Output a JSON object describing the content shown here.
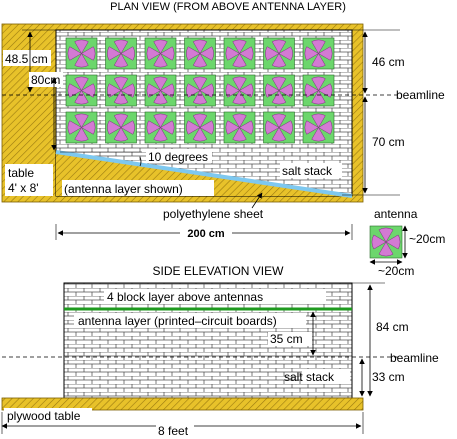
{
  "plan_view": {
    "title": "PLAN VIEW (FROM ABOVE ANTENNA LAYER)",
    "dim_48_5": "48.5 cm",
    "dim_80": "80cm",
    "dim_46": "46 cm",
    "dim_70": "70 cm",
    "beamline": "beamline",
    "angle": "10 degrees",
    "salt_stack": "salt stack",
    "table_line1": "table",
    "table_line2": "4' x 8'",
    "antenna_layer_shown": "(antenna layer shown)",
    "sheet": "polyethylene sheet",
    "width": "200 cm"
  },
  "antenna_legend": {
    "title": "antenna",
    "height": "~20cm",
    "width": "~20cm"
  },
  "side_view": {
    "title": "SIDE ELEVATION VIEW",
    "upper_layer": "4 block layer above antennas",
    "antenna_layer": "antenna layer (printed–circuit boards)",
    "dim_35": "35 cm",
    "dim_84": "84 cm",
    "beamline": "beamline",
    "dim_33": "33 cm",
    "salt_stack": "salt stack",
    "table": "plywood table",
    "width": "8 feet"
  },
  "antenna_grid": {
    "rows": 3,
    "cols": 7
  },
  "colors": {
    "table": "#e8c22a",
    "hatch": "#9a7a10",
    "antenna_bg": "#6cd66c",
    "antenna_petal": "#d37ad3",
    "sheet": "#7ec8ef",
    "green_layer": "#1f9a1f"
  }
}
